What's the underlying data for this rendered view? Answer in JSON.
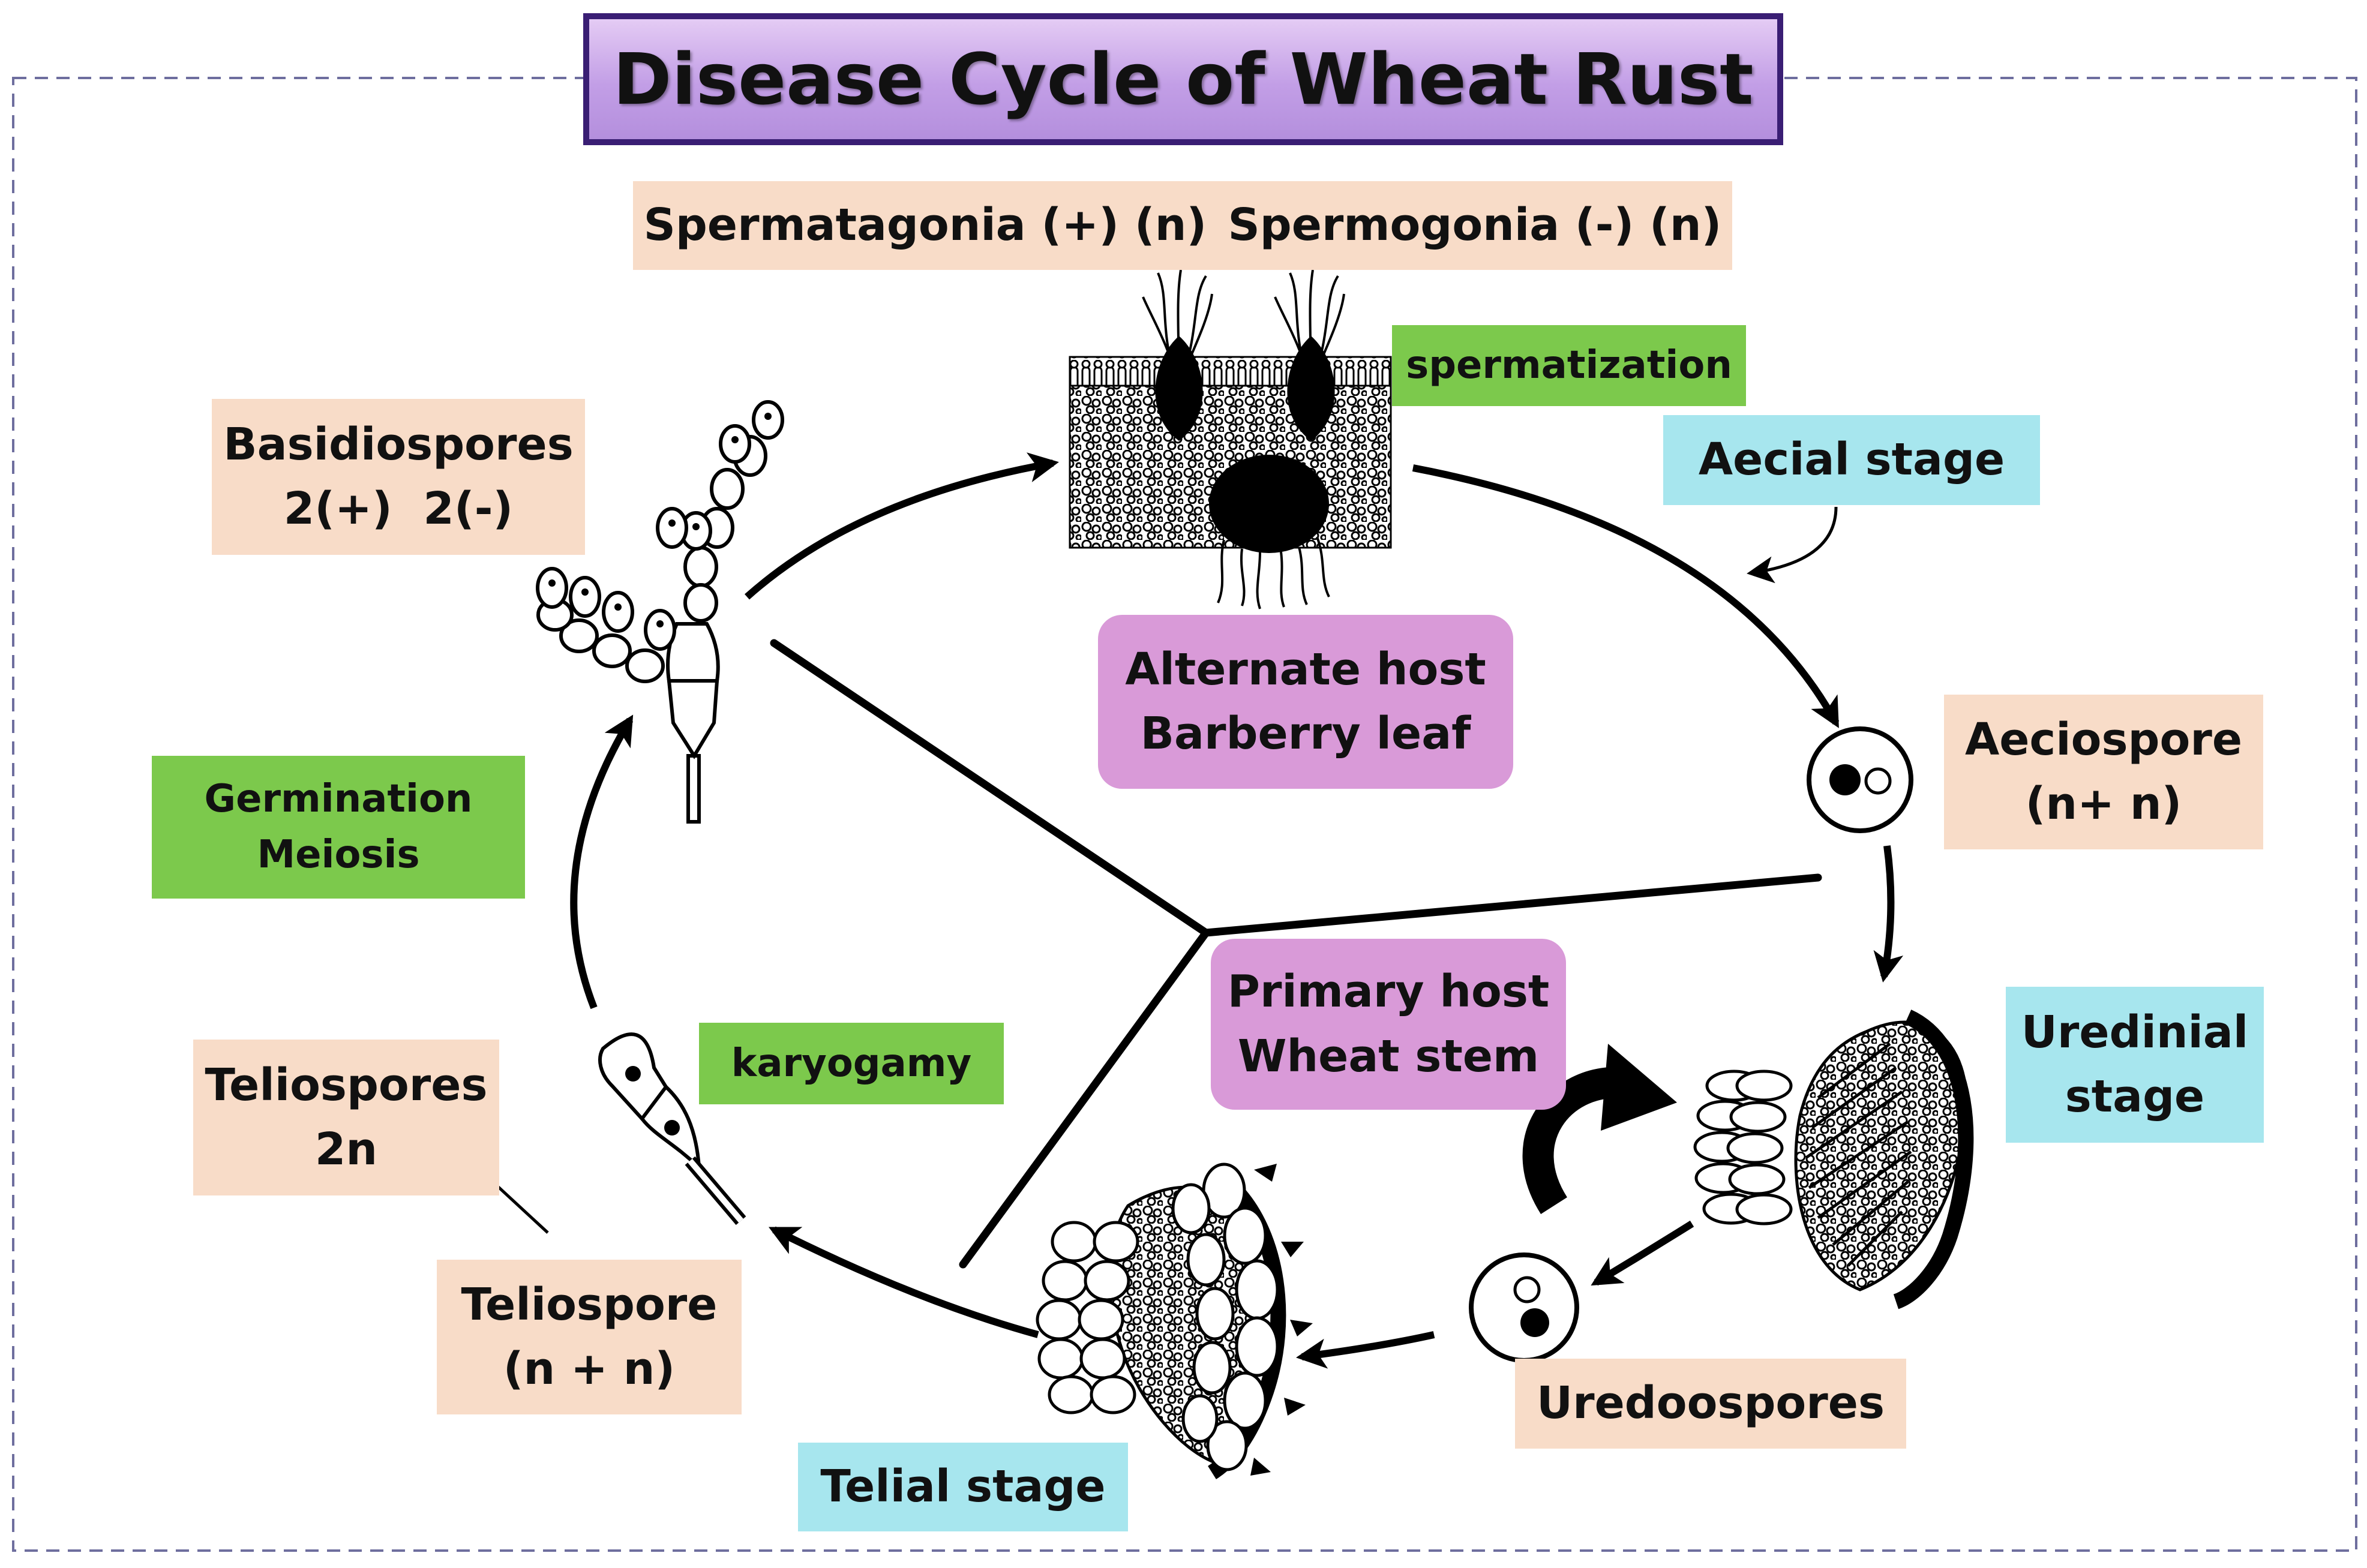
{
  "title": "Disease Cycle of Wheat Rust",
  "labels": {
    "spermatagonia": "Spermatagonia (+) (n)",
    "spermogonia": "Spermogonia (-) (n)",
    "spermatization": "spermatization",
    "aecial_stage": "Aecial stage",
    "basidiospores_line1": "Basidiospores",
    "basidiospores_line2": "2(+)  2(-)",
    "alternate_host_line1": "Alternate host",
    "alternate_host_line2": "Barberry leaf",
    "aeciospore_line1": "Aeciospore",
    "aeciospore_line2": "(n+ n)",
    "germination": "Germination",
    "meiosis": "Meiosis",
    "primary_host_line1": "Primary host",
    "primary_host_line2": "Wheat stem",
    "uredinial_line1": "Uredinial",
    "uredinial_line2": "stage",
    "karyogamy": "karyogamy",
    "teliospores_line1": "Teliospores",
    "teliospores_line2": "2n",
    "teliospore_line1": "Teliospore",
    "teliospore_line2": "(n + n)",
    "uredoospores": "Uredoospores",
    "telial_stage": "Telial stage"
  },
  "colors": {
    "title_border": "#3A1E74",
    "title_fill": "#C29EE6",
    "peach": "#F8DCC8",
    "cyan": "#A7E6EE",
    "green": "#7CC94C",
    "pink": "#D99AD8",
    "frame_dash": "#6E6E9E"
  },
  "icons": [
    "spermogonium-illustration",
    "basidium-illustration",
    "aeciospore-icon",
    "uredinium-illustration",
    "urediniospore-icon",
    "telium-illustration",
    "teliospore-icon",
    "cycle-arrow-icon"
  ]
}
